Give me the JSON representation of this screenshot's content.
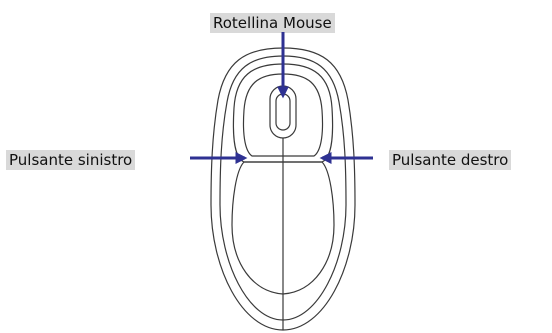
{
  "labels": {
    "wheel": "Rotellina Mouse",
    "left_button": "Pulsante sinistro",
    "right_button": "Pulsante destro"
  },
  "colors": {
    "arrow": "#2e3192",
    "outline": "#3a3a3a",
    "label_bg": "#d9d9d9"
  },
  "icons": {
    "mouse": "computer-mouse-outline",
    "arrows": "arrow-right, arrow-left, arrow-down"
  }
}
